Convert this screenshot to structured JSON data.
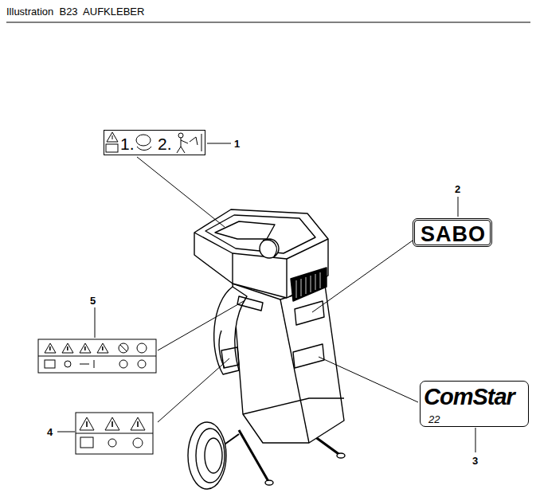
{
  "diagram": {
    "title": "Illustration  B23  AUFKLEBER",
    "nodes": [
      {
        "text": [
          "1.",
          "2."
        ]
      },
      {
        "text": [
          "SABO"
        ]
      },
      {
        "text": [
          "ComStar",
          "22"
        ]
      }
    ],
    "labels": [
      "1",
      "2",
      "3",
      "4",
      "5"
    ]
  }
}
